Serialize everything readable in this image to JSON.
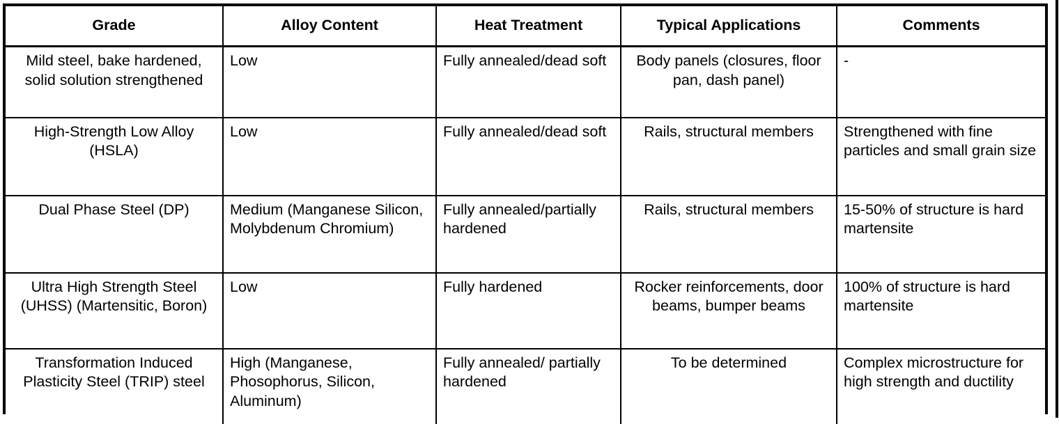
{
  "table": {
    "columns": [
      {
        "key": "grade",
        "label": "Grade",
        "align": "center"
      },
      {
        "key": "alloy",
        "label": "Alloy Content",
        "align": "left"
      },
      {
        "key": "heat",
        "label": "Heat Treatment",
        "align": "left"
      },
      {
        "key": "apps",
        "label": "Typical Applications",
        "align": "center"
      },
      {
        "key": "comments",
        "label": "Comments",
        "align": "left"
      }
    ],
    "rows": [
      {
        "grade": "Mild steel, bake hardened, solid solution strengthened",
        "alloy": "Low",
        "heat": "Fully annealed/dead soft",
        "apps": "Body panels (closures, floor pan, dash panel)",
        "comments": "-"
      },
      {
        "grade": "High-Strength Low Alloy (HSLA)",
        "alloy": "Low",
        "heat": "Fully annealed/dead soft",
        "apps": "Rails, structural members",
        "comments": "Strengthened with fine particles and small grain size"
      },
      {
        "grade": "Dual Phase Steel (DP)",
        "alloy": "Medium (Manganese Silicon, Molybdenum Chromium)",
        "heat": "Fully annealed/partially hardened",
        "apps": "Rails, structural members",
        "comments": "15-50% of structure is hard martensite"
      },
      {
        "grade": "Ultra High Strength Steel (UHSS) (Martensitic, Boron)",
        "alloy": "Low",
        "heat": "Fully hardened",
        "apps": "Rocker reinforcements, door beams, bumper beams",
        "comments": "100% of structure is hard martensite"
      },
      {
        "grade": "Transformation Induced Plasticity Steel (TRIP) steel",
        "alloy": "High (Manganese, Phosophorus, Silicon, Aluminum)",
        "heat": "Fully annealed/ partially hardened",
        "apps": "To be determined",
        "comments": "Complex microstructure for high strength and ductility"
      }
    ],
    "style": {
      "border_color": "#000000",
      "background": "#ffffff",
      "text_color": "#000000"
    }
  }
}
